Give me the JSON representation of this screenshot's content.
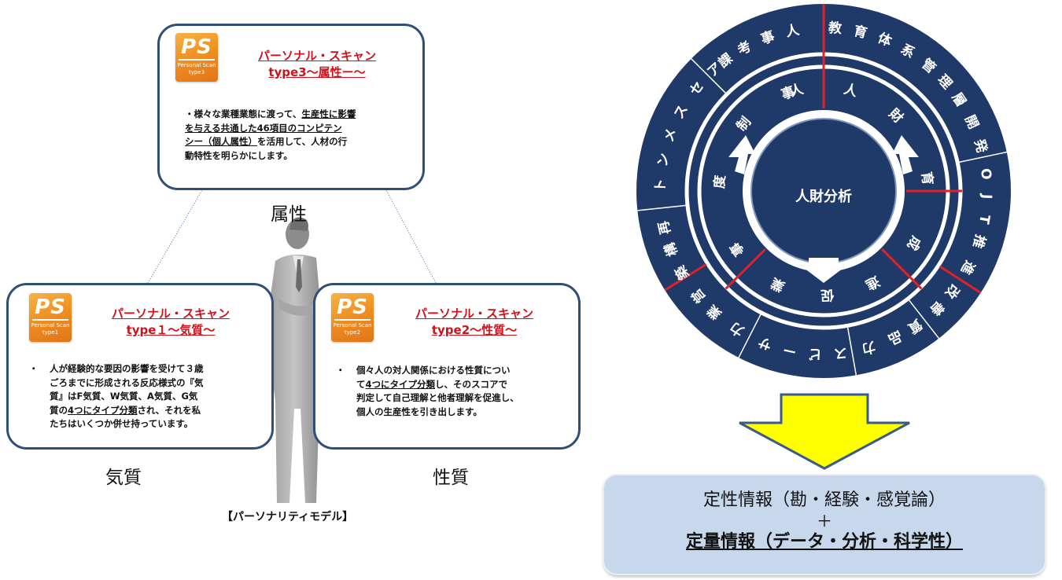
{
  "cards": {
    "attr": {
      "logo_text": "PS",
      "logo_sub1": "Personal Scan",
      "logo_sub2": "type3",
      "title1": "パーソナル・スキャン",
      "title2": "type3～属性ー～",
      "desc_a": "・様々な業種業態に渡って、",
      "desc_b": "生産性に影響",
      "desc_c": "を与える共通した46項目のコンピテン",
      "desc_d": "シー（個人属性）",
      "desc_e": "を活用して、人材の行",
      "desc_f": "動特性を明らかにします。",
      "caption": "属性"
    },
    "temper": {
      "logo_text": "PS",
      "logo_sub1": "Personal Scan",
      "logo_sub2": "type1",
      "title1": "パーソナル・スキャン",
      "title2": "type１～気質～",
      "bullet": "・",
      "desc_a": "人が経験的な要因の影響を受けて３歳",
      "desc_b": "ごろまでに形成される反応様式の『気",
      "desc_c": "質』はF気質、W気質、A気質、G気",
      "desc_d1": "質の",
      "desc_d2": "4つにタイプ分類",
      "desc_d3": "され、それを私",
      "desc_e": "たちはいくつか併せ持っています。",
      "caption": "気質"
    },
    "nature": {
      "logo_text": "PS",
      "logo_sub1": "Personal Scan",
      "logo_sub2": "type2",
      "title1": "パーソナル・スキャン",
      "title2": "type2～性質～",
      "bullet": "・",
      "desc_a": "個々人の対人関係における性質につい",
      "desc_b1": "て",
      "desc_b2": "4つにタイプ分類",
      "desc_b3": "し、そのスコアで",
      "desc_c": "判定して自己理解と他者理解を促進し、",
      "desc_d": "個人の生産性を引き出します。",
      "caption": "性質"
    }
  },
  "model_caption": "【パーソナリティモデル】",
  "wheel": {
    "center": "人財分析",
    "inner": [
      "人",
      "人",
      "財",
      "育",
      "成",
      "進",
      "促",
      "業",
      "事",
      "度",
      "制",
      "事"
    ],
    "outer": [
      "人",
      "事",
      "考",
      "課",
      "教",
      "育",
      "体",
      "系",
      "管",
      "理",
      "層",
      "開",
      "発",
      "O",
      "J",
      "T",
      "推",
      "進",
      "改",
      "善",
      "質",
      "品",
      "力",
      "ス",
      "ビ",
      "ー",
      "サ",
      "力",
      "業",
      "営",
      "築",
      "構",
      "再",
      "ト",
      "ン",
      "メ",
      "ス",
      "セ",
      "ア"
    ],
    "colors": {
      "dark": "#1f3a68",
      "divider": "#e0202a",
      "ring": "#ffffff"
    }
  },
  "result": {
    "line1": "定性情報（勘・経験・感覚論）",
    "line2": "＋",
    "line3": "定量情報（データ・分析・科学性）"
  },
  "colors": {
    "card_border": "#2f4e78",
    "title_red": "#d0121b",
    "arrow_yellow": "#ffff00",
    "box_fill": "#c8d8ec"
  }
}
